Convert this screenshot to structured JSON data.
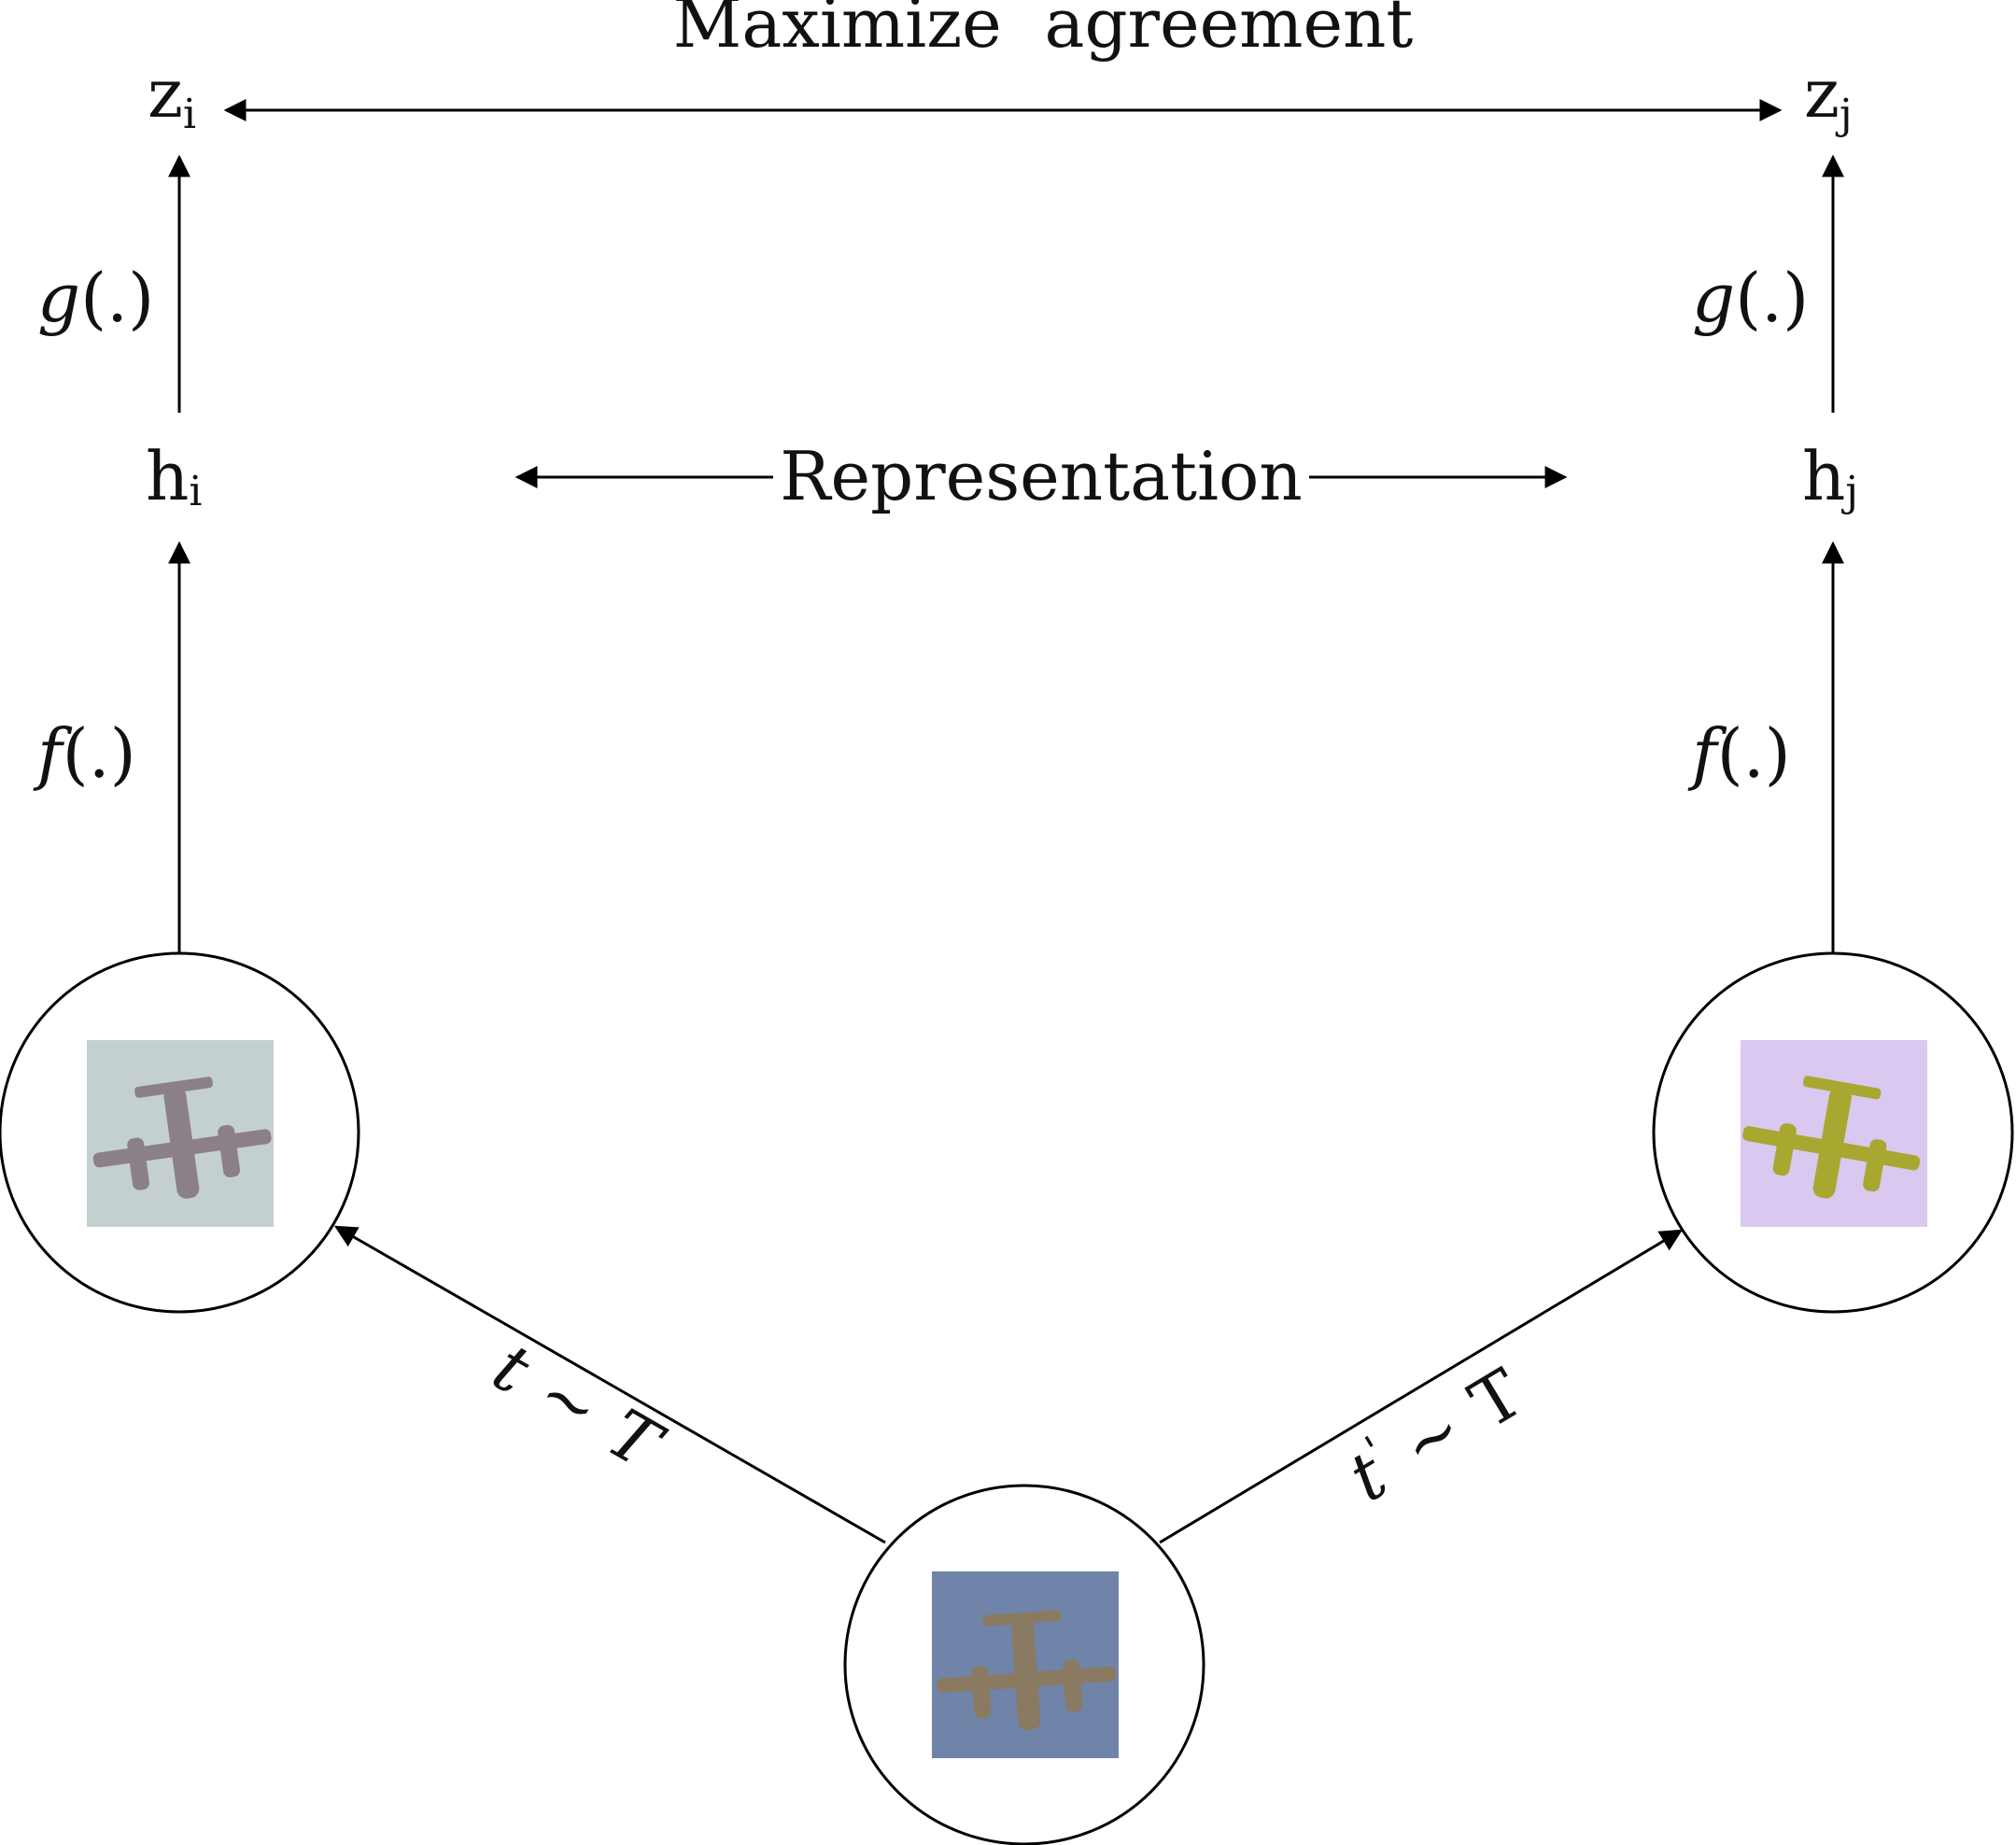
{
  "title": "Maximize  agreement",
  "middle_label": "Representation",
  "left": {
    "z": {
      "base": "z",
      "sub": "i"
    },
    "h": {
      "base": "h",
      "sub": "i"
    },
    "g_label": {
      "fn": "g",
      "args": "(.)"
    },
    "f_label": {
      "fn": "f",
      "args": "(.)"
    }
  },
  "right": {
    "z": {
      "base": "z",
      "sub": "j"
    },
    "h": {
      "base": "h",
      "sub": "j"
    },
    "g_label": {
      "fn": "g",
      "args": "(.)"
    },
    "f_label": {
      "fn": "f",
      "args": "(.)"
    }
  },
  "aug_left": {
    "t": "t",
    "tilde": "~",
    "T": "T"
  },
  "aug_right": {
    "t": "t",
    "prime": "'",
    "tilde": "~",
    "T": "T"
  },
  "images": {
    "source_bg": "#6f84a8",
    "left_aug_bg": "#c4d0d0",
    "right_aug_bg": "#d9c8f0",
    "source_plane": "#8a7a62",
    "left_plane": "#8c8088",
    "right_plane": "#a8a830"
  }
}
